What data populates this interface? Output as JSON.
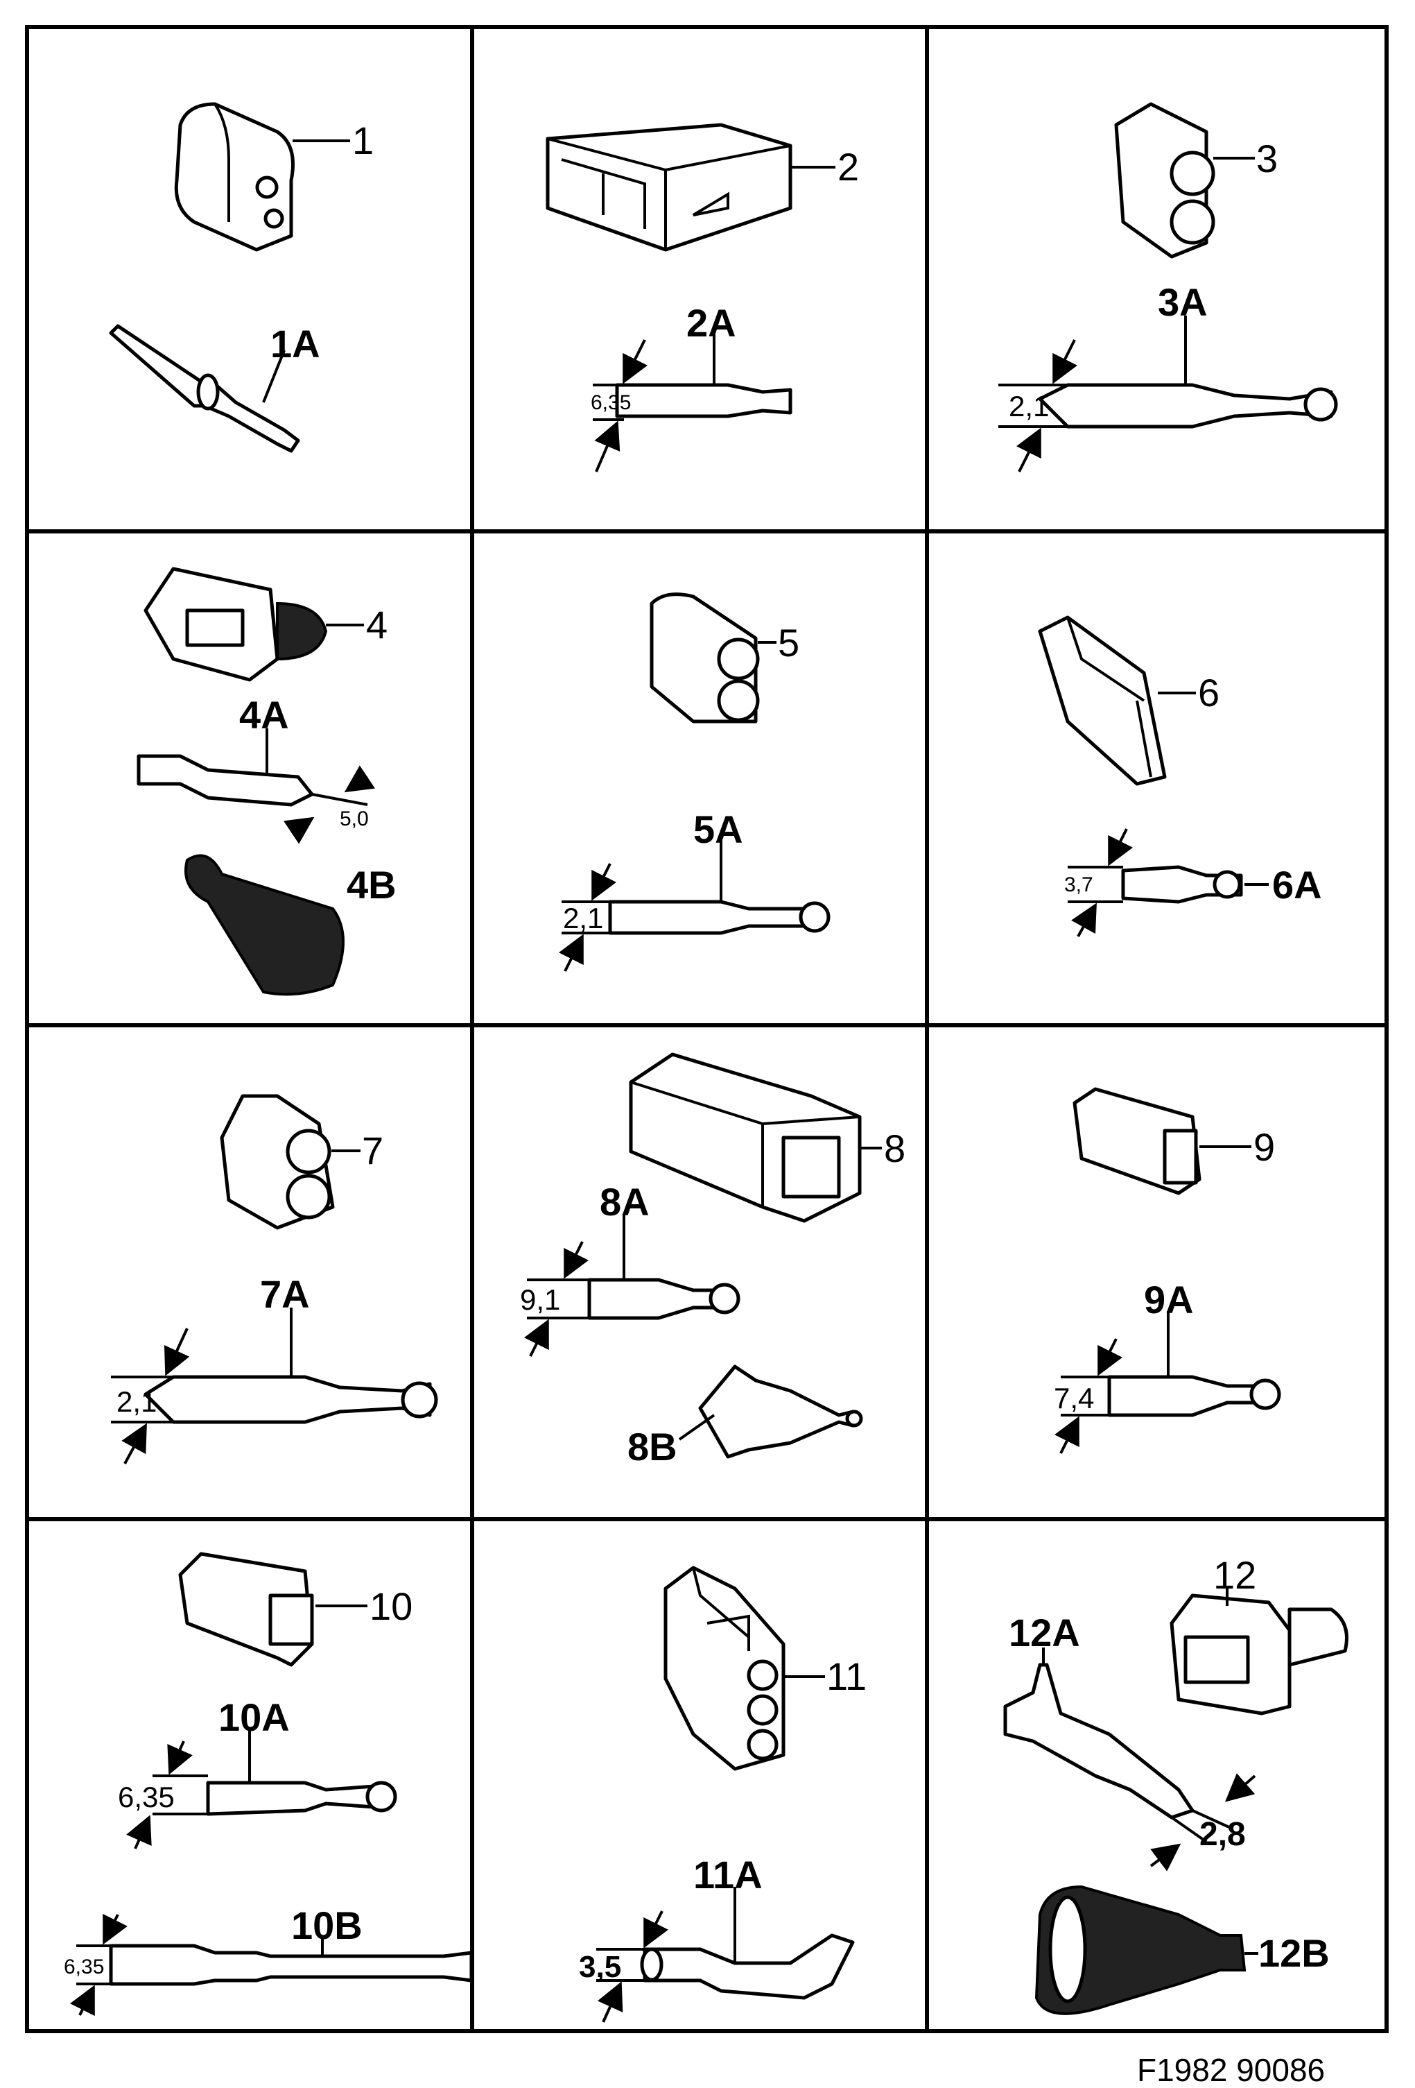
{
  "figure_code": "F1982 90086",
  "cells": [
    {
      "part": "1",
      "sub": [
        {
          "label": "1A"
        }
      ]
    },
    {
      "part": "2",
      "sub": [
        {
          "label": "2A",
          "dimension": "6,35"
        }
      ]
    },
    {
      "part": "3",
      "sub": [
        {
          "label": "3A",
          "dimension": "2,1"
        }
      ]
    },
    {
      "part": "4",
      "sub": [
        {
          "label": "4A",
          "dimension": "5,0"
        },
        {
          "label": "4B"
        }
      ]
    },
    {
      "part": "5",
      "sub": [
        {
          "label": "5A",
          "dimension": "2,1"
        }
      ]
    },
    {
      "part": "6",
      "sub": [
        {
          "label": "6A",
          "dimension": "3,7"
        }
      ]
    },
    {
      "part": "7",
      "sub": [
        {
          "label": "7A",
          "dimension": "2,1"
        }
      ]
    },
    {
      "part": "8",
      "sub": [
        {
          "label": "8A",
          "dimension": "9,1"
        },
        {
          "label": "8B"
        }
      ]
    },
    {
      "part": "9",
      "sub": [
        {
          "label": "9A",
          "dimension": "7,4"
        }
      ]
    },
    {
      "part": "10",
      "sub": [
        {
          "label": "10A",
          "dimension": "6,35"
        },
        {
          "label": "10B",
          "dimension": "6,35"
        }
      ]
    },
    {
      "part": "11",
      "sub": [
        {
          "label": "11A",
          "dimension": "3,5"
        }
      ]
    },
    {
      "part": "12",
      "sub": [
        {
          "label": "12A",
          "dimension": "2,8"
        },
        {
          "label": "12B"
        }
      ]
    }
  ]
}
